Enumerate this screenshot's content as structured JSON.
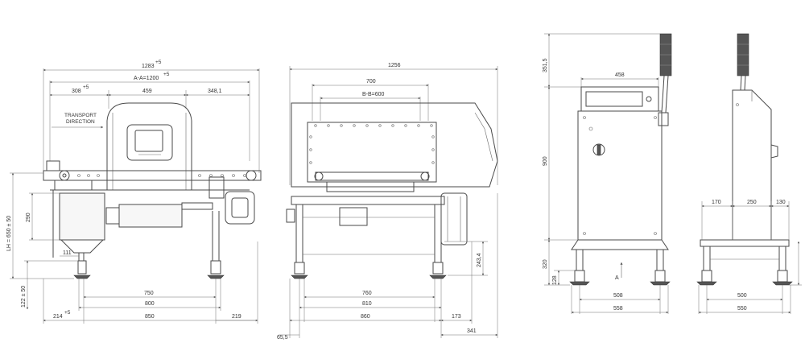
{
  "front_view": {
    "dims": {
      "overall_width": "1283",
      "overall_width_tol": "+5",
      "aa": "A-A=1200",
      "aa_tol": "+5",
      "inlet_offset": "308",
      "inlet_offset_tol": "+5",
      "head_width": "459",
      "outlet_offset": "348,1",
      "base_750": "750",
      "base_800": "800",
      "base_850": "850",
      "right_219": "219",
      "left_214": "214",
      "left_214_tol": "+5",
      "box_111": "111",
      "height_290": "290",
      "lh": "LH = 650 ± 50",
      "foot_122": "122 ± 50"
    },
    "transport_line1": "TRANSPORT",
    "transport_line2": "DIRECTION"
  },
  "side_view": {
    "dims": {
      "overall_width": "1256",
      "aperture_700": "700",
      "bb": "B-B=600",
      "base_760": "760",
      "base_810": "810",
      "base_860": "860",
      "right_173": "173",
      "right_341": "341",
      "left_65": "65,5",
      "height_243": "243,4"
    }
  },
  "cabinet_view": {
    "dims": {
      "top_351": "351,5",
      "width_458": "458",
      "height_900": "900",
      "height_320": "320",
      "height_128": "128",
      "base_508": "508",
      "base_558": "558"
    },
    "arrow_label": "A"
  },
  "cabinet_side_view": {
    "dims": {
      "left_170": "170",
      "mid_250": "250",
      "right_130": "130",
      "base_500": "500",
      "base_550": "550"
    }
  }
}
